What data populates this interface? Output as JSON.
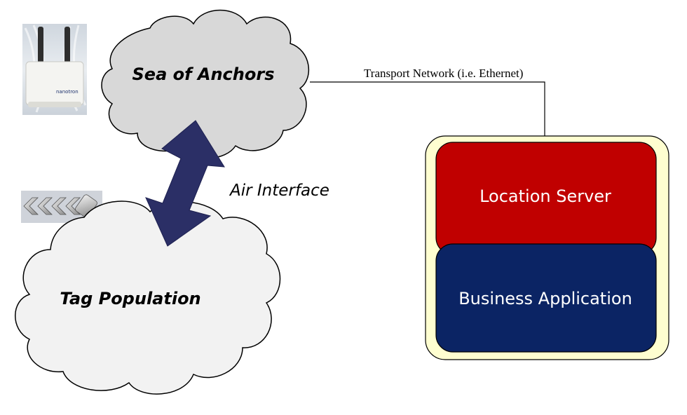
{
  "anchor_cloud": {
    "label": "Sea of Anchors"
  },
  "tag_cloud": {
    "label": "Tag Population"
  },
  "air_interface": {
    "label": "Air Interface"
  },
  "transport": {
    "label": "Transport Network (i.e. Ethernet)"
  },
  "server_stack": {
    "top_label": "Location Server",
    "bottom_label": "Business Application"
  },
  "anchor_device": {
    "brand": "nanotron"
  },
  "colors": {
    "anchor_cloud_fill": "#d8d8d8",
    "tag_cloud_fill": "#f2f2f2",
    "arrow_fill": "#2b2f66",
    "stack_outer": "#fefed0",
    "location_server": "#c00000",
    "business_app": "#0b2464"
  }
}
